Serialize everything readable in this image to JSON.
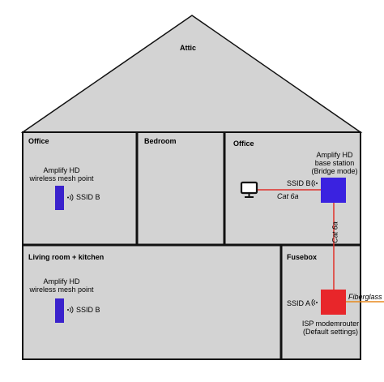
{
  "rooms": {
    "attic": "Attic",
    "office_left": "Office",
    "bedroom": "Bedroom",
    "office_right": "Office",
    "living": "Living room + kitchen",
    "fusebox": "Fusebox"
  },
  "devices": {
    "mesh_office": {
      "name_line1": "Amplify HD",
      "name_line2": "wireless mesh point",
      "ssid": "SSID B"
    },
    "mesh_living": {
      "name_line1": "Amplify HD",
      "name_line2": "wireless mesh point",
      "ssid": "SSID B"
    },
    "base_station": {
      "name_line1": "Amplify HD",
      "name_line2": "base station",
      "name_line3": "(Bridge mode)",
      "ssid": "SSID B"
    },
    "isp_router": {
      "name_line1": "ISP modemrouter",
      "name_line2": "(Default settings)",
      "ssid": "SSID A"
    }
  },
  "links": {
    "pc_to_base": "Cat 6a",
    "base_to_router": "Cat 6a",
    "external": "Fiberglass"
  },
  "icons": {
    "signal": "wifi-signal-icon",
    "computer": "monitor-icon"
  },
  "colors": {
    "house_fill": "#d3d3d3",
    "wall": "#111111",
    "mesh_point": "#3a22cc",
    "base_station": "#3a22e0",
    "isp_router": "#e8262a",
    "cable_red": "#e0302a",
    "fiber_orange": "#e8891e"
  }
}
